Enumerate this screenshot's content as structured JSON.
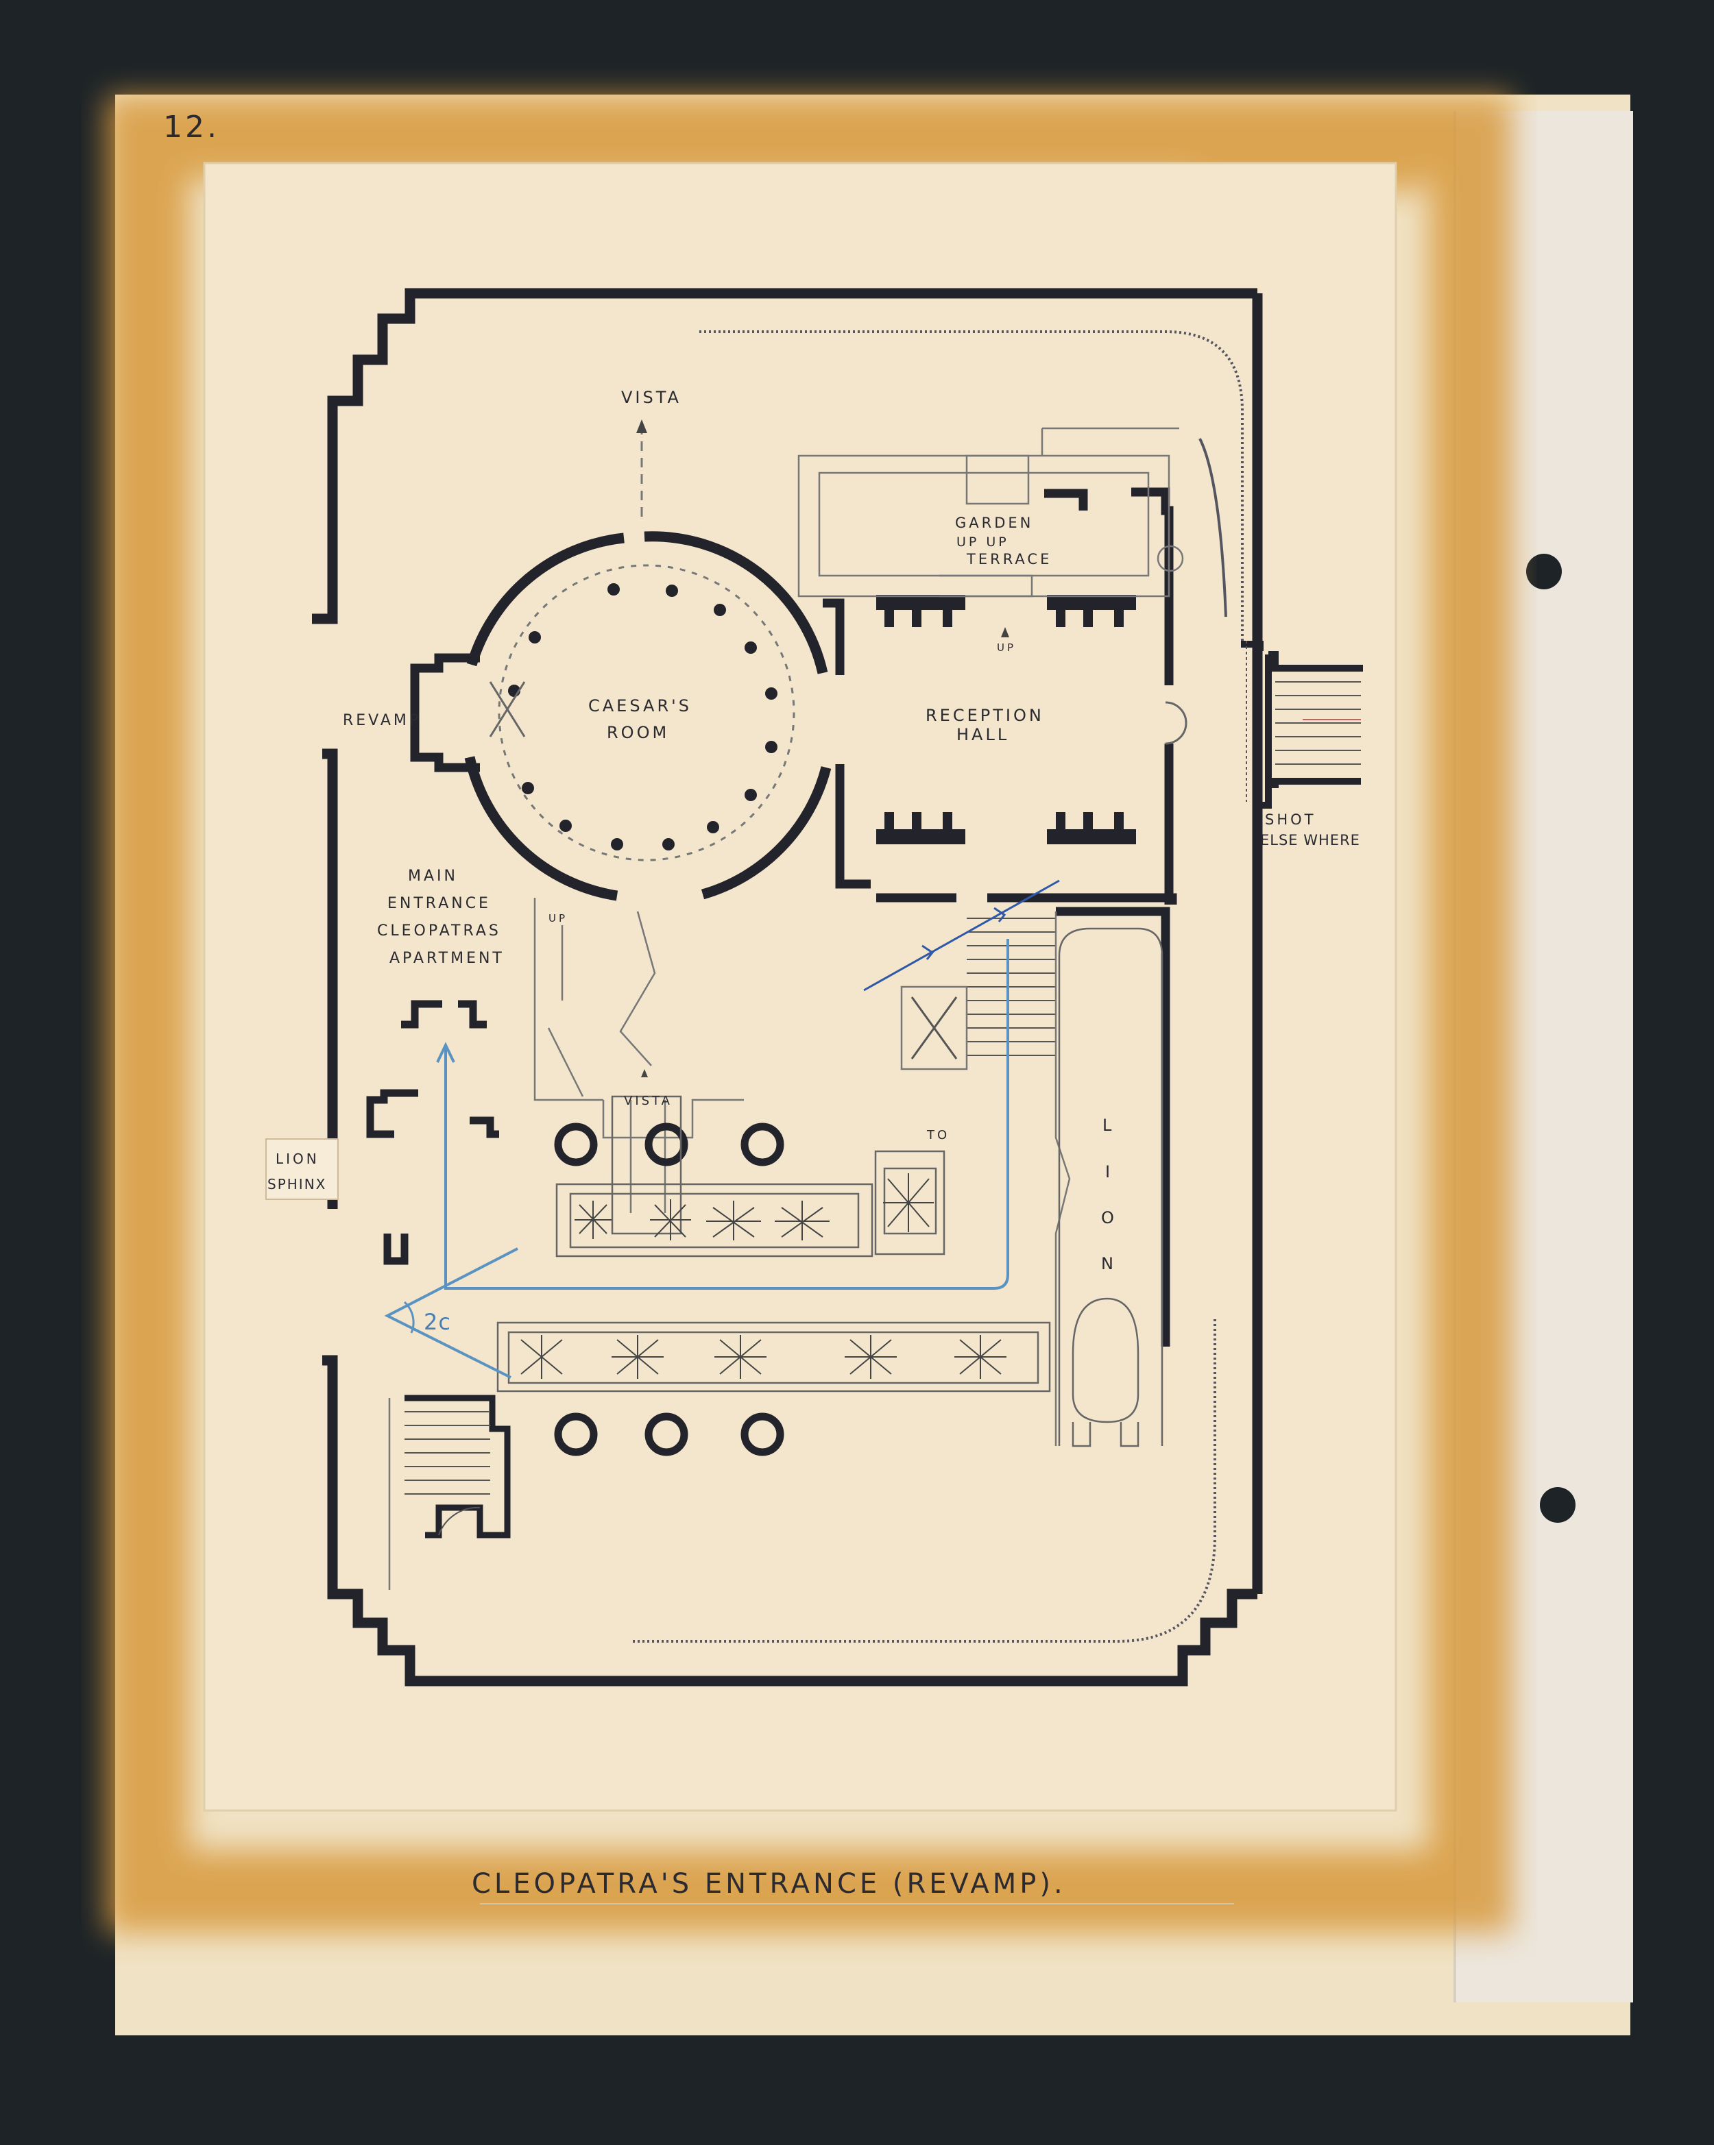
{
  "page_number": "12.",
  "title": "CLEOPATRA'S ENTRANCE (REVAMP).",
  "labels": {
    "vista_top": "VISTA",
    "garden": "GARDEN",
    "up_up": "UP UP",
    "terrace": "TERRACE",
    "up": "UP",
    "caesars_room_1": "CAESAR'S",
    "caesars_room_2": "ROOM",
    "reception_1": "RECEPTION",
    "reception_2": "HALL",
    "revamp": "REVAMP",
    "main_entrance_1": "MAIN",
    "main_entrance_2": "ENTRANCE",
    "main_entrance_3": "CLEOPATRAS",
    "main_entrance_4": "APARTMENT",
    "up_small": "UP",
    "vista_bottom": "VISTA",
    "lion_sphinx_1": "LION",
    "lion_sphinx_2": "SPHINX",
    "lion_vertical": [
      "L",
      "I",
      "O",
      "N"
    ],
    "shot_1": "SHOT",
    "shot_2": "ELSE WHERE",
    "camera_mark": "2c",
    "to_mark": "TO"
  },
  "colors": {
    "background": "#1d2327",
    "paper": "#f3e6cc",
    "stain": "#d89a3c",
    "ink": "#23232c",
    "blue_pencil": "#5a93c2",
    "binding": "#ece6dc"
  }
}
